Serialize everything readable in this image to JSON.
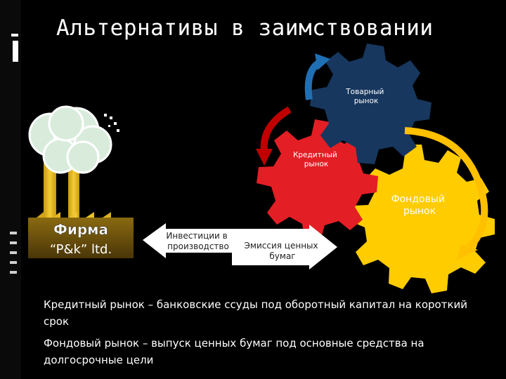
{
  "title": "Альтернативы в заимствовании",
  "gears": {
    "commodity_market": "Товарный рынок",
    "credit_market": "Кредитный рынок",
    "stock_market": "Фондовый рынок"
  },
  "factory": {
    "sign_line1": "Фирма",
    "sign_line2": "“P&k” ltd."
  },
  "arrows": {
    "investment": "Инвестиции в производство",
    "issuance": "Эмиссия ценных бумаг"
  },
  "notes": {
    "credit_definition": "Кредитный рынок – банковские ссуды под оборотный капитал на короткий срок",
    "stock_definition": "Фондовый рынок – выпуск ценных бумаг под основные средства на долгосрочные цели"
  },
  "colors": {
    "background": "#000000",
    "gear_blue": "#17375e",
    "gear_red": "#e31e24",
    "gear_yellow": "#ffcc00",
    "arrow_blue": "#1f6fb4",
    "arrow_red": "#c00000",
    "arrow_yellow": "#ffc000",
    "factory_yellow": "#f0c020",
    "cloud": "#d9ecdc"
  }
}
